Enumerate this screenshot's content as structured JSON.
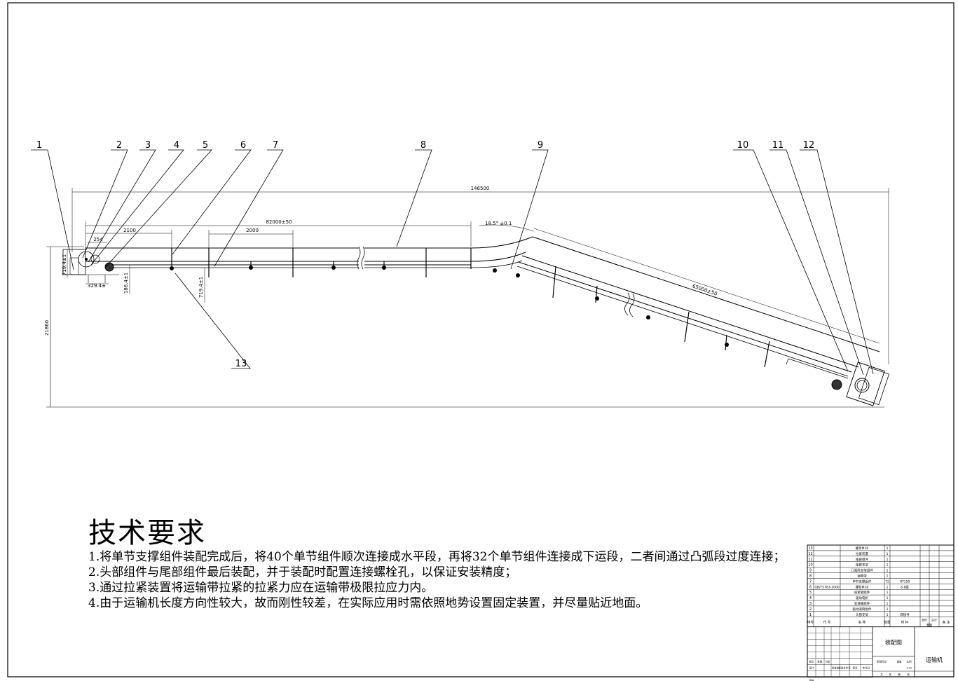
{
  "drawing": {
    "callouts": [
      "1",
      "2",
      "3",
      "4",
      "5",
      "6",
      "7",
      "8",
      "9",
      "10",
      "11",
      "12",
      "13"
    ],
    "dimensions": {
      "overall_length": "146500",
      "horizontal_length": "82000±50",
      "incline_length": "65000±50",
      "incline_angle": "18.5° ±0.1",
      "segment_spacing": "2000",
      "head_offset": "2100",
      "head_small": "254",
      "head_base": "329.4±",
      "left_height": "719.4±1",
      "mid_height": "719.4±1",
      "roller_height": "186.4±1",
      "total_height": "21860"
    }
  },
  "requirements": {
    "title": "技术要求",
    "items": [
      "1.将单节支撑组件装配完成后，将40个单节组件顺次连接成水平段，再将32个单节组件连接成下运段，二者间通过凸弧段过度连接；",
      "2.头部组件与尾部组件最后装配，并于装配时配置连接螺栓孔，以保证安装精度；",
      "3.通过拉紧装置将运输带拉紧的拉紧力应在运输带极限拉应力内。",
      "4.由于运输机长度方向性较大，故而刚性较差，在实际应用时需依照地势设置固定装置，并尽量贴近地面。"
    ]
  },
  "title_block": {
    "drawing_title": "装配图",
    "machine_name": "运输机",
    "scale": "1:20",
    "parts_rows": [
      {
        "no": "13",
        "name": "螺母M16",
        "qty": "1"
      },
      {
        "no": "12",
        "name": "拉紧装置",
        "qty": "1"
      },
      {
        "no": "11",
        "name": "尾部组件",
        "qty": "1"
      },
      {
        "no": "10",
        "name": "尾部支架",
        "qty": "1"
      },
      {
        "no": "9",
        "name": "凸弧段支架组件",
        "qty": "1"
      },
      {
        "no": "8",
        "name": "运输带",
        "qty": "1"
      },
      {
        "no": "7",
        "name": "单节支撑组件",
        "qty": "72",
        "mat": "HT150"
      },
      {
        "no": "6",
        "code": "GB/T5783-2000",
        "name": "螺栓M16",
        "qty": "1",
        "mat": "8.8级"
      },
      {
        "no": "5",
        "name": "张紧辊组件",
        "qty": "1"
      },
      {
        "no": "4",
        "name": "驱动电机",
        "qty": "1"
      },
      {
        "no": "3",
        "name": "变速箱组件",
        "qty": "1"
      },
      {
        "no": "2",
        "name": "驱动滚筒组件",
        "qty": "1"
      },
      {
        "no": "1",
        "name": "头部支架",
        "qty": "1",
        "mat": "焊接件"
      }
    ],
    "header_labels": {
      "no": "序号",
      "code": "代 号",
      "name": "名 称",
      "qty": "数量",
      "mat": "材 料",
      "single": "单件",
      "total": "总计",
      "note": "备 注",
      "weight": "重量"
    },
    "sign_labels": [
      "标记",
      "处数",
      "分区",
      "更改文件号",
      "签名",
      "年月日",
      "设计",
      "标准化",
      "审核",
      "工艺",
      "批准"
    ],
    "stage_labels": [
      "阶段标记",
      "重量",
      "比例"
    ],
    "sheet_labels": [
      "共",
      "张",
      "第",
      "张"
    ]
  }
}
